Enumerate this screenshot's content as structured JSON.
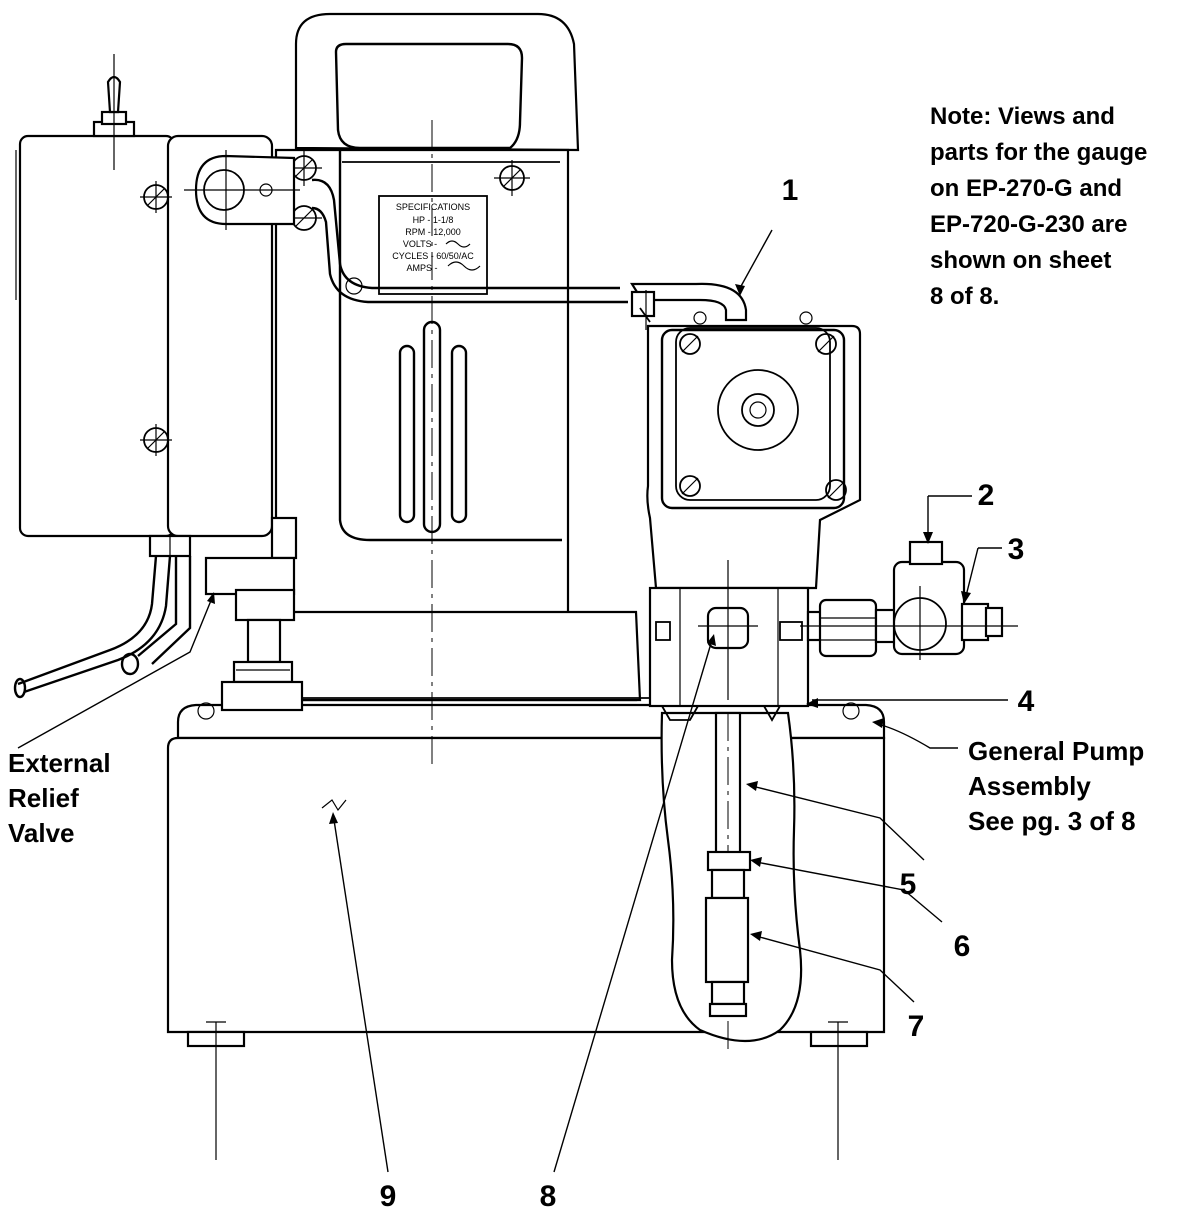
{
  "note": {
    "lines": [
      "Note: Views and",
      "parts for the gauge",
      "on EP-270-G and",
      "EP-720-G-230 are",
      "shown on sheet",
      "8 of 8."
    ]
  },
  "spec_plate": {
    "title": "SPECIFICATIONS",
    "hp": "HP - 1-1/8",
    "rpm": "RPM - 12,000",
    "volts": "VOLTS -",
    "cycles": "CYCLES - 60/50/AC",
    "amps": "AMPS -"
  },
  "callouts": {
    "c1": "1",
    "c2": "2",
    "c3": "3",
    "c4": "4",
    "c5": "5",
    "c6": "6",
    "c7": "7",
    "c8": "8",
    "c9": "9"
  },
  "labels": {
    "external_relief": [
      "External",
      "Relief",
      "Valve"
    ],
    "general_pump": [
      "General Pump",
      "Assembly",
      "See pg. 3 of 8"
    ]
  }
}
